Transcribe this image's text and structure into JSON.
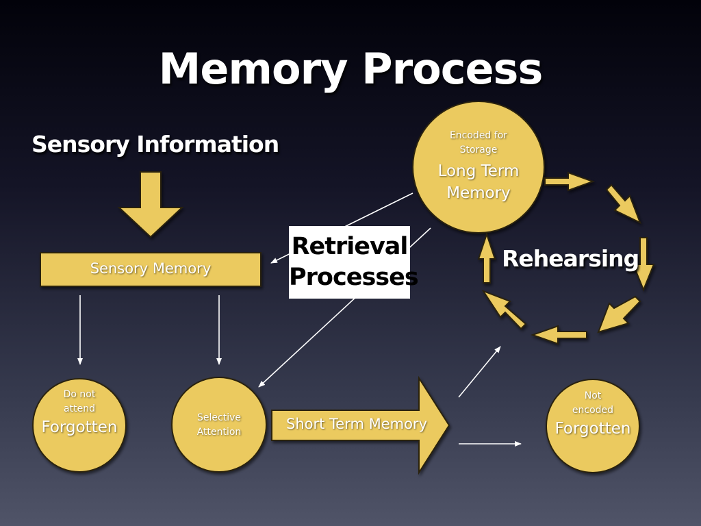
{
  "title": "Memory Process",
  "sensory_information": "Sensory Information",
  "sensory_memory": "Sensory Memory",
  "short_term_memory": "Short Term Memory",
  "retrieval": {
    "line1": "Retrieval",
    "line2": "Processes"
  },
  "rehearsing": "Rehearsing",
  "long_term_memory": {
    "caption_line1": "Encoded for",
    "caption_line2": "Storage",
    "label_line1": "Long Term",
    "label_line2": "Memory"
  },
  "do_not_attend": {
    "caption_line1": "Do not",
    "caption_line2": "attend",
    "label": "Forgotten"
  },
  "selective_attention": {
    "line1": "Selective",
    "line2": "Attention"
  },
  "not_encoded": {
    "caption_line1": "Not",
    "caption_line2": "encoded",
    "label": "Forgotten"
  },
  "colors": {
    "node_fill": "#ebca5e",
    "node_stroke": "#2a2410",
    "arrow_line": "#ffffff"
  }
}
